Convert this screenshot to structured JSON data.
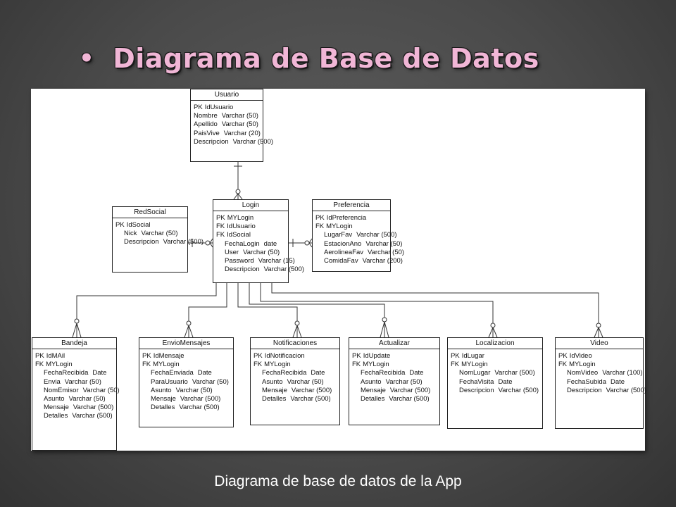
{
  "slide": {
    "bullet": "•",
    "title": "Diagrama de Base de Datos",
    "caption": "Diagrama de base de datos de la App"
  },
  "entities": {
    "usuario": {
      "name": "Usuario",
      "rows": [
        {
          "key": "PK",
          "name": "IdUsuario",
          "type": ""
        },
        {
          "key": "",
          "name": "Nombre",
          "type": "Varchar (50)"
        },
        {
          "key": "",
          "name": "Apellido",
          "type": "Varchar (50)"
        },
        {
          "key": "",
          "name": "PaisVive",
          "type": "Varchar (20)"
        },
        {
          "key": "",
          "name": "Descripcion",
          "type": "Varchar (500)"
        }
      ]
    },
    "login": {
      "name": "Login",
      "rows": [
        {
          "key": "PK",
          "name": "MYLogin",
          "type": ""
        },
        {
          "key": "FK",
          "name": "IdUsuario",
          "type": ""
        },
        {
          "key": "FK",
          "name": "IdSocial",
          "type": ""
        },
        {
          "key": "",
          "name": "FechaLogin",
          "type": "date"
        },
        {
          "key": "",
          "name": "User",
          "type": "Varchar (50)"
        },
        {
          "key": "",
          "name": "Password",
          "type": "Varchar (15)"
        },
        {
          "key": "",
          "name": "Descripcion",
          "type": "Varchar (500)"
        }
      ]
    },
    "redsocial": {
      "name": "RedSocial",
      "rows": [
        {
          "key": "PK",
          "name": "IdSocial",
          "type": ""
        },
        {
          "key": "",
          "name": "Nick",
          "type": "Varchar (50)"
        },
        {
          "key": "",
          "name": "Descripcion",
          "type": "Varchar (500)"
        }
      ]
    },
    "preferencia": {
      "name": "Preferencia",
      "rows": [
        {
          "key": "PK",
          "name": "IdPreferencia",
          "type": ""
        },
        {
          "key": "FK",
          "name": "MYLogin",
          "type": ""
        },
        {
          "key": "",
          "name": "LugarFav",
          "type": "Varchar (500)"
        },
        {
          "key": "",
          "name": "EstacionAno",
          "type": "Varchar (50)"
        },
        {
          "key": "",
          "name": "AerolineaFav",
          "type": "Varchar (50)"
        },
        {
          "key": "",
          "name": "ComidaFav",
          "type": "Varchar (200)"
        }
      ]
    },
    "bandeja": {
      "name": "Bandeja",
      "rows": [
        {
          "key": "PK",
          "name": "IdMAil",
          "type": ""
        },
        {
          "key": "FK",
          "name": "MYLogin",
          "type": ""
        },
        {
          "key": "",
          "name": "FechaRecibida",
          "type": "Date"
        },
        {
          "key": "",
          "name": "Envia",
          "type": "Varchar (50)"
        },
        {
          "key": "",
          "name": "NomEmisor",
          "type": "Varchar (50)"
        },
        {
          "key": "",
          "name": "Asunto",
          "type": "Varchar (50)"
        },
        {
          "key": "",
          "name": "Mensaje",
          "type": "Varchar (500)"
        },
        {
          "key": "",
          "name": "Detalles",
          "type": "Varchar (500)"
        }
      ]
    },
    "enviomensajes": {
      "name": "EnvioMensajes",
      "rows": [
        {
          "key": "PK",
          "name": "IdMensaje",
          "type": ""
        },
        {
          "key": "FK",
          "name": "MYLogin",
          "type": ""
        },
        {
          "key": "",
          "name": "FechaEnviada",
          "type": "Date"
        },
        {
          "key": "",
          "name": "ParaUsuario",
          "type": "Varchar (50)"
        },
        {
          "key": "",
          "name": "Asunto",
          "type": "Varchar (50)"
        },
        {
          "key": "",
          "name": "Mensaje",
          "type": "Varchar (500)"
        },
        {
          "key": "",
          "name": "Detalles",
          "type": "Varchar (500)"
        }
      ]
    },
    "notificaciones": {
      "name": "Notificaciones",
      "rows": [
        {
          "key": "PK",
          "name": "IdNotificacion",
          "type": ""
        },
        {
          "key": "FK",
          "name": "MYLogin",
          "type": ""
        },
        {
          "key": "",
          "name": "FechaRecibida",
          "type": "Date"
        },
        {
          "key": "",
          "name": "Asunto",
          "type": "Varchar (50)"
        },
        {
          "key": "",
          "name": "Mensaje",
          "type": "Varchar (500)"
        },
        {
          "key": "",
          "name": "Detalles",
          "type": "Varchar (500)"
        }
      ]
    },
    "actualizar": {
      "name": "Actualizar",
      "rows": [
        {
          "key": "PK",
          "name": "IdUpdate",
          "type": ""
        },
        {
          "key": "FK",
          "name": "MYLogin",
          "type": ""
        },
        {
          "key": "",
          "name": "FechaRecibida",
          "type": "Date"
        },
        {
          "key": "",
          "name": "Asunto",
          "type": "Varchar (50)"
        },
        {
          "key": "",
          "name": "Mensaje",
          "type": "Varchar (500)"
        },
        {
          "key": "",
          "name": "Detalles",
          "type": "Varchar (500)"
        }
      ]
    },
    "localizacion": {
      "name": "Localizacion",
      "rows": [
        {
          "key": "PK",
          "name": "IdLugar",
          "type": ""
        },
        {
          "key": "FK",
          "name": "MYLogin",
          "type": ""
        },
        {
          "key": "",
          "name": "NomLugar",
          "type": "Varchar (500)"
        },
        {
          "key": "",
          "name": "FechaVisita",
          "type": "Date"
        },
        {
          "key": "",
          "name": "Descripcion",
          "type": "Varchar (500)"
        }
      ]
    },
    "video": {
      "name": "Video",
      "rows": [
        {
          "key": "PK",
          "name": "IdVideo",
          "type": ""
        },
        {
          "key": "FK",
          "name": "MYLogin",
          "type": ""
        },
        {
          "key": "",
          "name": "NomVideo",
          "type": "Varchar (100)"
        },
        {
          "key": "",
          "name": "FechaSubida",
          "type": "Date"
        },
        {
          "key": "",
          "name": "Descripcion",
          "type": "Varchar (500)"
        }
      ]
    }
  }
}
